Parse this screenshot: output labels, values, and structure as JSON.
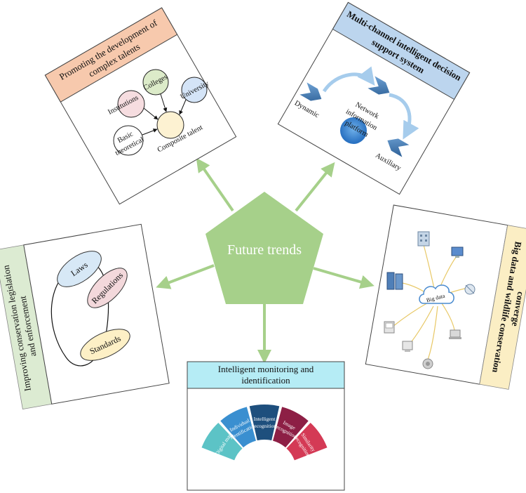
{
  "center": {
    "label": "Future trends",
    "color": "#a6d08a"
  },
  "arrow_color": "#a6d08a",
  "panels": {
    "talents": {
      "title_line1": "Promoting the development of",
      "title_line2": "complex talents",
      "title_color": "#f7c9ad",
      "nodes": {
        "institutions": "Institutions",
        "colleges": "Colleges",
        "university": "University",
        "basic_line1": "Basic",
        "basic_line2": "theoretical",
        "composite": "Composite talent"
      }
    },
    "decision": {
      "title_line1": "Multi-channel intelligent decision",
      "title_line2": "support system",
      "title_color": "#bcd5ee",
      "nodes": {
        "dynamic": "Dynamic",
        "network_line1": "Network",
        "network_line2": "information",
        "network_line3": "platform",
        "auxiliary": "Auxiliary"
      }
    },
    "legislation": {
      "title_line1": "Improving conservation legislation",
      "title_line2": "and enforcement",
      "title_color": "#dcebd2",
      "nodes": {
        "laws": "Laws",
        "regulations": "Regulations",
        "standards": "Standards"
      }
    },
    "bigdata": {
      "title_line1": "Big data and wildlife conservation",
      "title_line2": "converge",
      "title_color": "#fbeec4",
      "hub_label": "Big data"
    },
    "monitoring": {
      "title_line1": "Intelligent monitoring and",
      "title_line2": "identification",
      "title_color": "#b5ecf5",
      "segments": [
        {
          "line1": "Digital map",
          "line2": "",
          "color": "#5cc3c6"
        },
        {
          "line1": "Individual",
          "line2": "identification",
          "color": "#3a8fd0"
        },
        {
          "line1": "Intelligent",
          "line2": "recognition",
          "color": "#1e4f7d"
        },
        {
          "line1": "Image",
          "line2": "recognition",
          "color": "#8d1f45"
        },
        {
          "line1": "Similarity",
          "line2": "recognition",
          "color": "#d43a55"
        }
      ]
    }
  }
}
